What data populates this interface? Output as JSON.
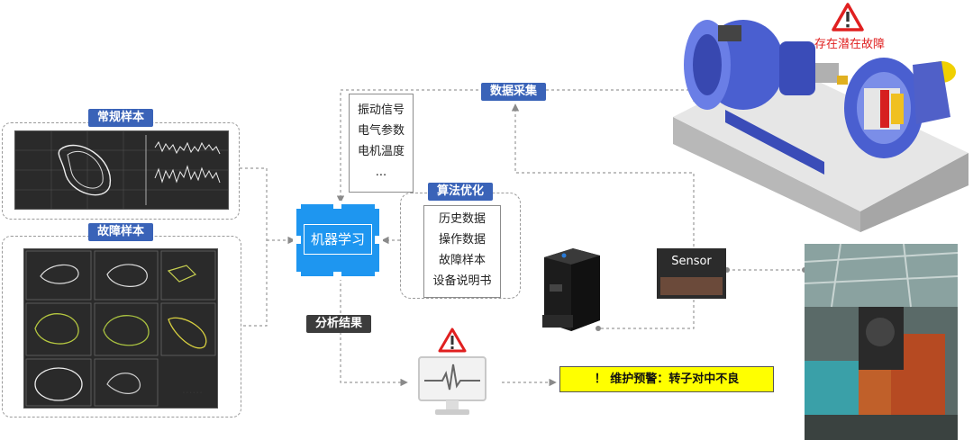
{
  "labels": {
    "normal_samples": "常规样本",
    "fault_samples": "故障样本",
    "data_collection": "数据采集",
    "algorithm_optimization": "算法优化",
    "analysis_result": "分析结果",
    "machine_learning": "机器学习",
    "potential_fault": "存在潜在故障",
    "sensor": "Sensor",
    "ellipsis": "......"
  },
  "signals": [
    "振动信号",
    "电气参数",
    "电机温度",
    "..."
  ],
  "algorithm_inputs": [
    "历史数据",
    "操作数据",
    "故障样本",
    "设备说明书"
  ],
  "warning_message": "！ 维护预警：转子对中不良",
  "colors": {
    "tag_blue": "#3a63b8",
    "tag_dark": "#3c3c3c",
    "ml_blue": "#1e96f0",
    "warning_yellow": "#ffff00",
    "warning_red": "#e02020"
  },
  "icons": [
    "warning-icon",
    "monitor-waveform-icon",
    "sensor-device-icon",
    "pump-motor-icon",
    "robot-photo"
  ]
}
